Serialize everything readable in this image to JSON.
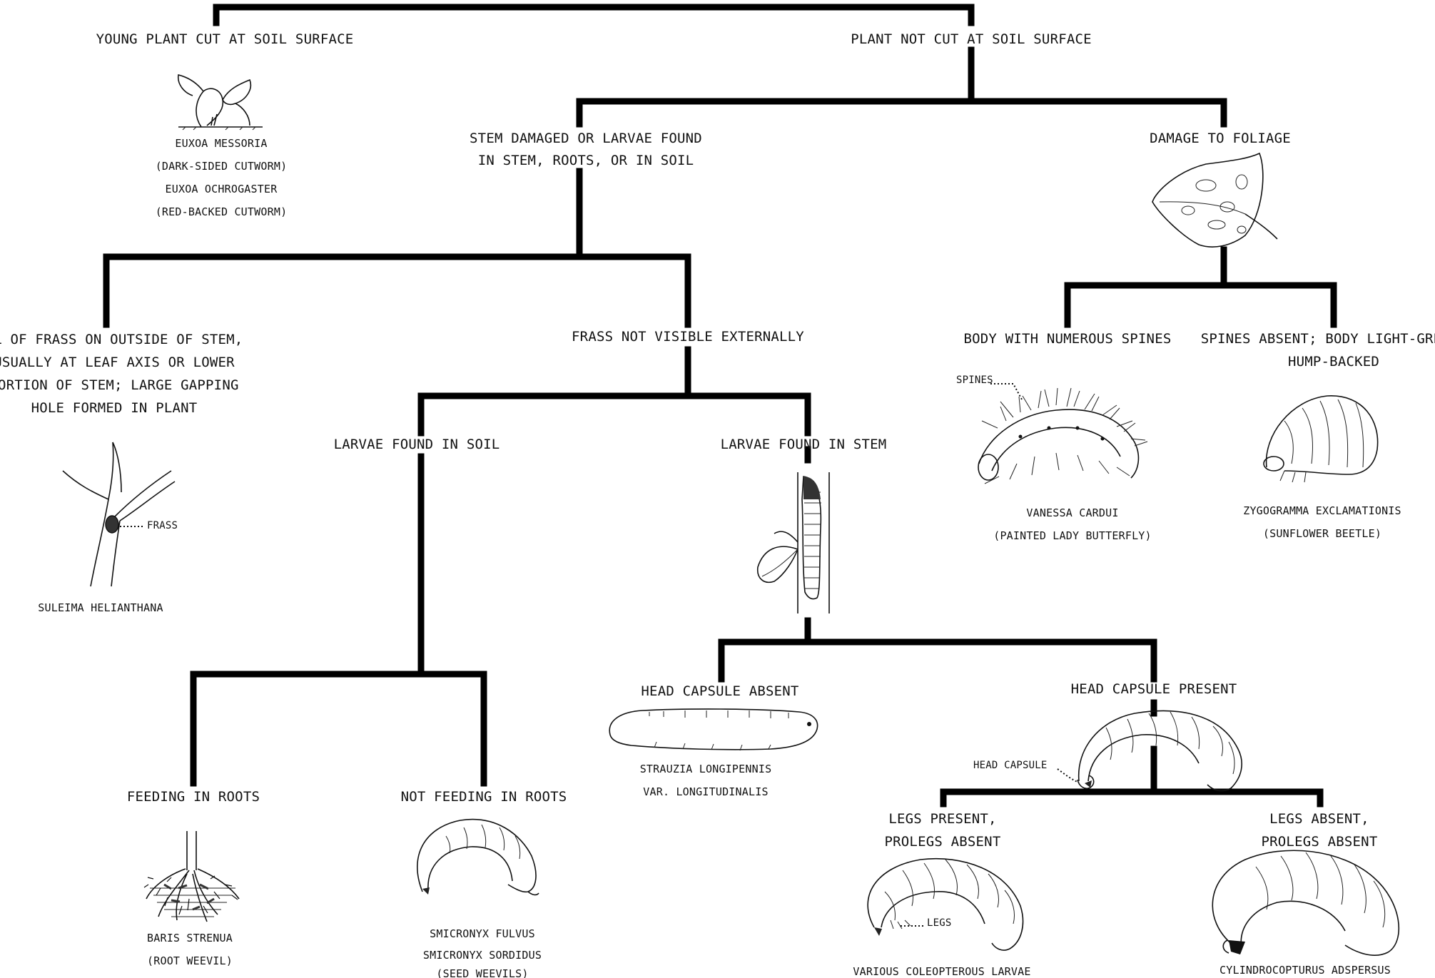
{
  "tree": {
    "root_left": {
      "label": "YOUNG PLANT CUT AT SOIL SURFACE",
      "species": [
        "EUXOA MESSORIA",
        "(DARK-SIDED CUTWORM)",
        "EUXOA OCHROGASTER",
        "(RED-BACKED CUTWORM)"
      ]
    },
    "root_right": {
      "label": "PLANT NOT CUT AT SOIL SURFACE"
    },
    "stem_damaged": {
      "label_lines": [
        "STEM DAMAGED OR LARVAE FOUND",
        "IN STEM, ROOTS, OR IN SOIL"
      ]
    },
    "foliage": {
      "label": "DAMAGE TO FOLIAGE"
    },
    "frass_outside": {
      "label_lines": [
        "LL OF FRASS ON OUTSIDE OF STEM,",
        "USUALLY AT LEAF AXIS OR LOWER",
        "PORTION OF STEM; LARGE GAPPING",
        "HOLE FORMED IN PLANT"
      ],
      "callout": "FRASS",
      "species": [
        "SULEIMA HELIANTHANA"
      ]
    },
    "frass_not_visible": {
      "label": "FRASS NOT VISIBLE EXTERNALLY"
    },
    "spines": {
      "label": "BODY WITH NUMEROUS SPINES",
      "callout": "SPINES",
      "species": [
        "VANESSA CARDUI",
        "(PAINTED LADY BUTTERFLY)"
      ]
    },
    "no_spines": {
      "label_lines": [
        "SPINES ABSENT; BODY LIGHT-GREEN,",
        "HUMP-BACKED"
      ],
      "species": [
        "ZYGOGRAMMA EXCLAMATIONIS",
        "(SUNFLOWER BEETLE)"
      ]
    },
    "larvae_soil": {
      "label": "LARVAE FOUND IN SOIL"
    },
    "larvae_stem": {
      "label": "LARVAE FOUND IN STEM"
    },
    "feeding_roots": {
      "label": "FEEDING IN ROOTS",
      "species": [
        "BARIS STRENUA",
        "(ROOT WEEVIL)"
      ]
    },
    "not_feeding_roots": {
      "label": "NOT FEEDING IN ROOTS",
      "species": [
        "SMICRONYX FULVUS",
        "SMICRONYX SORDIDUS",
        "(SEED WEEVILS)"
      ]
    },
    "head_absent": {
      "label": "HEAD CAPSULE ABSENT",
      "species": [
        "STRAUZIA LONGIPENNIS",
        "VAR. LONGITUDINALIS"
      ]
    },
    "head_present": {
      "label": "HEAD CAPSULE PRESENT",
      "callout": "HEAD CAPSULE"
    },
    "legs_present": {
      "label_lines": [
        "LEGS PRESENT,",
        "PROLEGS ABSENT"
      ],
      "callout": "LEGS",
      "species": [
        "VARIOUS COLEOPTEROUS LARVAE"
      ]
    },
    "legs_absent": {
      "label_lines": [
        "LEGS ABSENT,",
        "PROLEGS ABSENT"
      ],
      "species": [
        "CYLINDROCOPTURUS ADSPERSUS"
      ]
    }
  },
  "icons": [
    "cut-plant-icon",
    "damaged-leaf-icon",
    "stem-frass-icon",
    "spiny-caterpillar-icon",
    "beetle-larva-icon",
    "stem-larva-icon",
    "root-mass-icon",
    "weevil-grub-icon",
    "maggot-icon",
    "head-capsule-larva-icon",
    "legged-grub-icon",
    "legless-grub-icon"
  ],
  "colors": {
    "ink": "#000000",
    "paper": "#ffffff"
  }
}
